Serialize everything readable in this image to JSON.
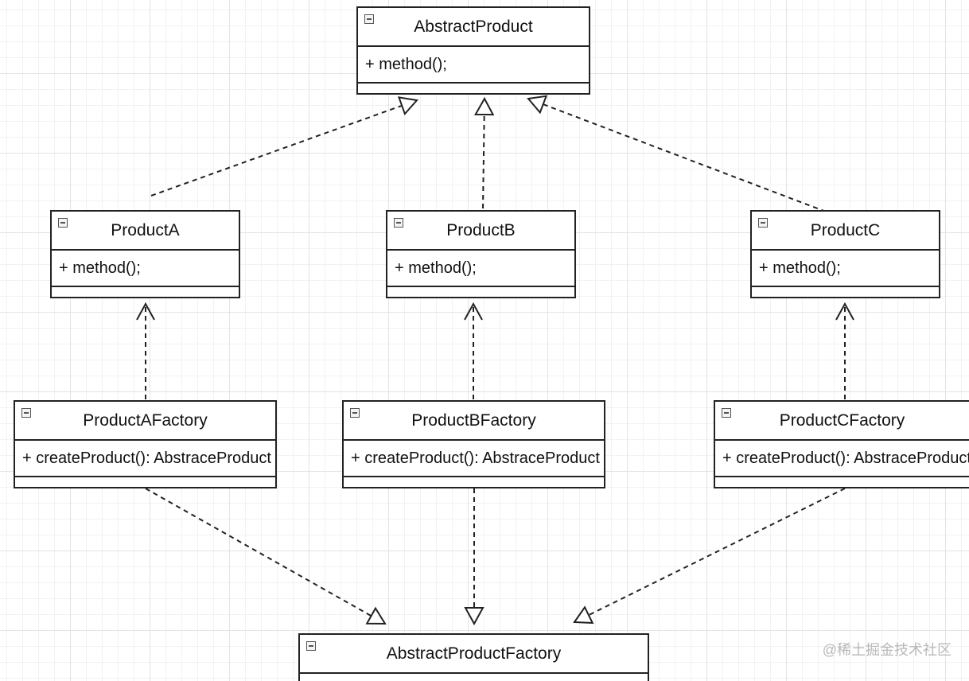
{
  "classes": {
    "abstract_product": {
      "name": "AbstractProduct",
      "member": "+ method();"
    },
    "product_a": {
      "name": "ProductA",
      "member": "+ method();"
    },
    "product_b": {
      "name": "ProductB",
      "member": "+ method();"
    },
    "product_c": {
      "name": "ProductC",
      "member": "+ method();"
    },
    "product_a_factory": {
      "name": "ProductAFactory",
      "member": "+ createProduct(): AbstraceProduct"
    },
    "product_b_factory": {
      "name": "ProductBFactory",
      "member": "+ createProduct(): AbstraceProduct"
    },
    "product_c_factory": {
      "name": "ProductCFactory",
      "member": "+ createProduct(): AbstraceProduct"
    },
    "abstract_product_factory": {
      "name": "AbstractProductFactory"
    }
  },
  "relations": [
    {
      "from": "product_a",
      "to": "abstract_product",
      "type": "realization"
    },
    {
      "from": "product_b",
      "to": "abstract_product",
      "type": "realization"
    },
    {
      "from": "product_c",
      "to": "abstract_product",
      "type": "realization"
    },
    {
      "from": "product_a_factory",
      "to": "product_a",
      "type": "dependency"
    },
    {
      "from": "product_b_factory",
      "to": "product_b",
      "type": "dependency"
    },
    {
      "from": "product_c_factory",
      "to": "product_c",
      "type": "dependency"
    },
    {
      "from": "product_a_factory",
      "to": "abstract_product_factory",
      "type": "realization"
    },
    {
      "from": "product_b_factory",
      "to": "abstract_product_factory",
      "type": "realization"
    },
    {
      "from": "product_c_factory",
      "to": "abstract_product_factory",
      "type": "realization"
    }
  ],
  "watermark": "@稀土掘金技术社区",
  "colors": {
    "line": "#222222",
    "grid": "#e3e3e3",
    "watermark": "#b8b8b8"
  }
}
